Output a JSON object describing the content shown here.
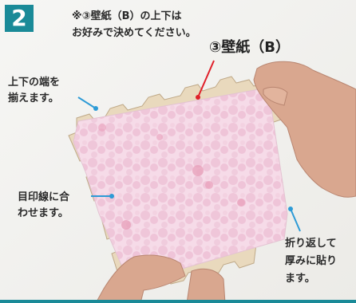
{
  "step": {
    "number": "2"
  },
  "notes": {
    "top_line1": "※③壁紙（B）の上下は",
    "top_line2": "お好みで決めてください。",
    "paper_label": "③壁紙（B）",
    "edge_line1": "上下の端を",
    "edge_line2": "揃えます。",
    "mark_line1": "目印線に合",
    "mark_line2": "わせます。",
    "fold_line1": "折り返して",
    "fold_line2": "厚みに貼り",
    "fold_line3": "ます。"
  },
  "colors": {
    "accent": "#1a8a98",
    "leader_red": "#e0202a",
    "leader_blue": "#2d9bd6",
    "wood": "#e9d9bd",
    "paper": "#f5d8e6",
    "dot": "#e7a6c3",
    "skin": "#d9a78f"
  }
}
